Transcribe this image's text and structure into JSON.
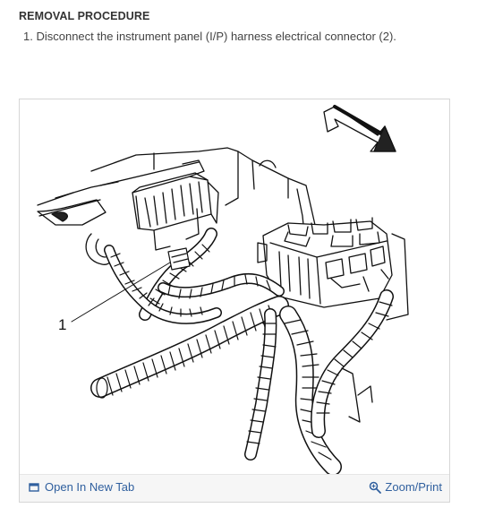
{
  "header": {
    "section_title": "REMOVAL PROCEDURE"
  },
  "steps": [
    {
      "text": "1. Disconnect the instrument panel (I/P) harness electrical connector (2)."
    }
  ],
  "figure": {
    "callout_label": "1"
  },
  "footer": {
    "open_tab_label": "Open In New Tab",
    "open_tab_icon": "external-window-icon",
    "zoom_label": "Zoom/Print",
    "zoom_icon": "magnifier-plus-icon",
    "link_color": "#2f5f9e"
  }
}
